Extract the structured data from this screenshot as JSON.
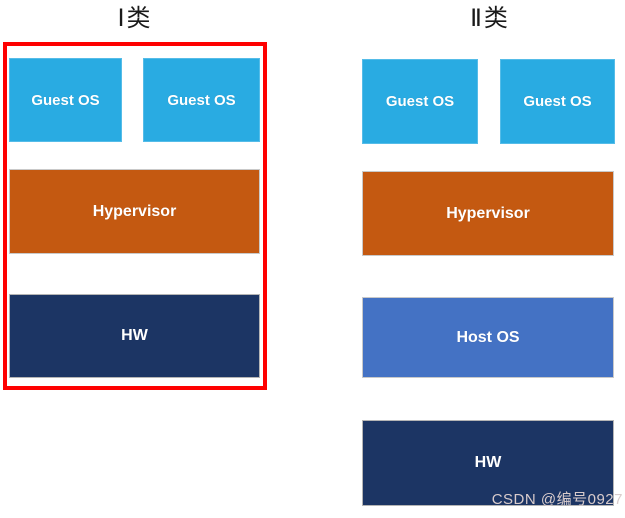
{
  "type1": {
    "title": "Ⅰ类",
    "boxes": {
      "guest1": "Guest OS",
      "guest2": "Guest OS",
      "hypervisor": "Hypervisor",
      "hw": "HW"
    }
  },
  "type2": {
    "title": "Ⅱ类",
    "boxes": {
      "guest1": "Guest OS",
      "guest2": "Guest OS",
      "hypervisor": "Hypervisor",
      "hostos": "Host OS",
      "hw": "HW"
    }
  },
  "watermark": "CSDN @编号0927",
  "colors": {
    "guest_os_blue": "#29ABE2",
    "hypervisor_orange": "#C45911",
    "hardware_navy": "#1C3564",
    "host_os_blue": "#4472C4",
    "highlight_red": "#FE0000",
    "title_black": "#1A1A1A",
    "watermark_pink_gray": "#D9CCCC"
  }
}
